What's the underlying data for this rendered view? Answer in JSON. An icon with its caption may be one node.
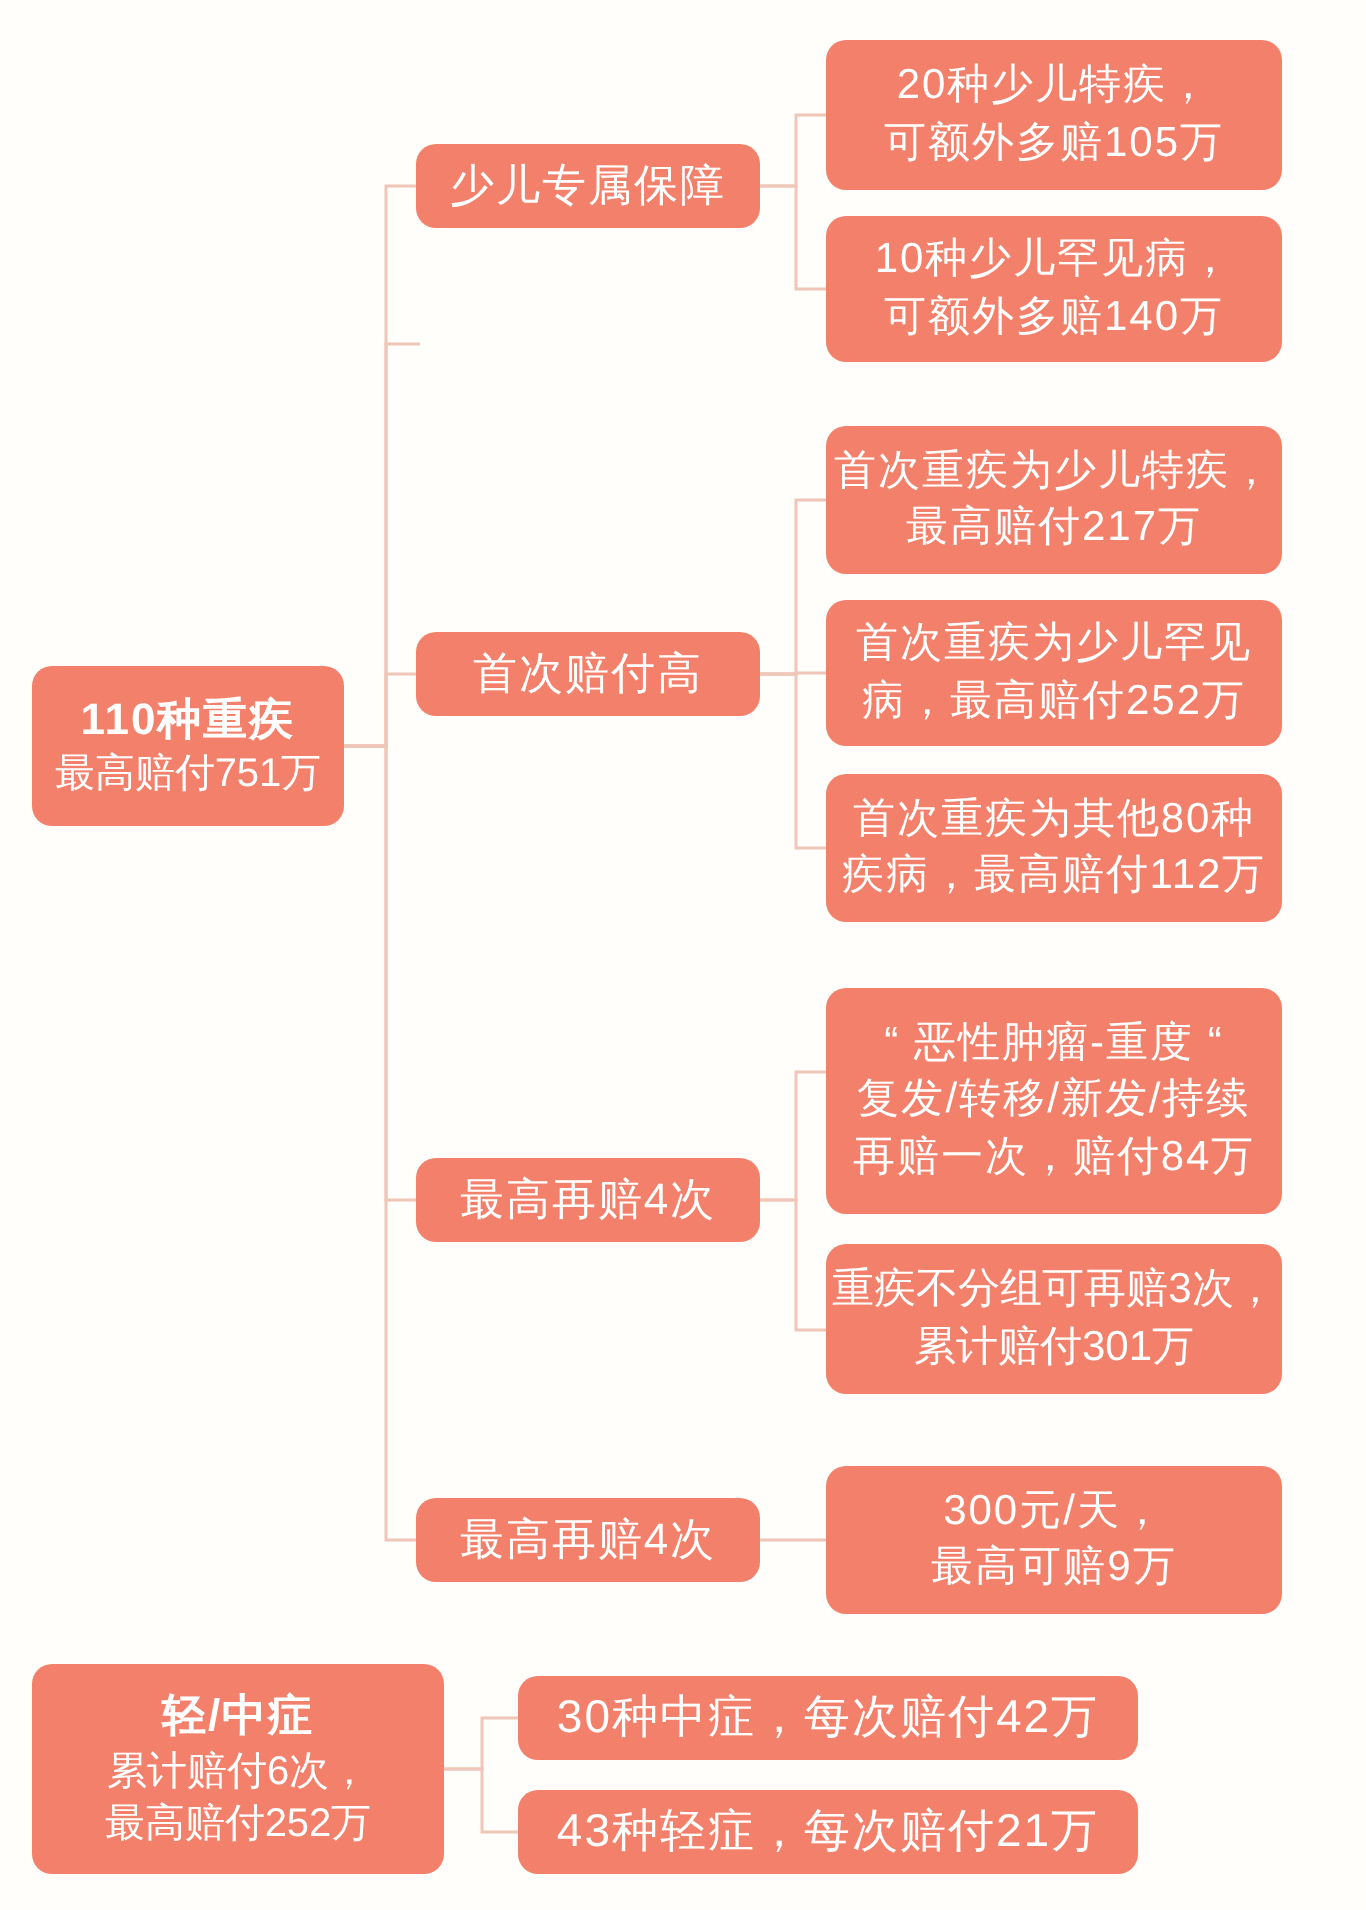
{
  "diagram": {
    "nodes": [
      {
        "text": [
          "110种重疾",
          "最高赔付751万"
        ]
      },
      {
        "text": [
          "少儿专属保障"
        ]
      },
      {
        "text": [
          "20种少儿特疾，可额外多赔105万"
        ]
      },
      {
        "text": [
          "10种少儿罕见病，可额外多赔140万"
        ]
      },
      {
        "text": [
          "首次赔付高"
        ]
      },
      {
        "text": [
          "首次重疾为少儿特疾，最高赔付217万"
        ]
      },
      {
        "text": [
          "首次重疾为少儿罕见病，最高赔付252万"
        ]
      },
      {
        "text": [
          "首次重疾为其他80种疾病，最高赔付112万"
        ]
      },
      {
        "text": [
          "最高再赔4次"
        ]
      },
      {
        "text": [
          "“ 恶性肿瘤-重度 “",
          "复发/转移/新发/持续再赔一次，赔付84万"
        ]
      },
      {
        "text": [
          "重疾不分组可再赔3次，累计赔付301万"
        ]
      },
      {
        "text": [
          "最高再赔4次"
        ]
      },
      {
        "text": [
          "300元/天，最高可赔9万"
        ]
      },
      {
        "text": [
          "轻/中症",
          "累计赔付6次，最高赔付252万"
        ]
      },
      {
        "text": [
          "30种中症，每次赔付42万"
        ]
      },
      {
        "text": [
          "43种轻症，每次赔付21万"
        ]
      }
    ],
    "edges": [
      {
        "from": 0,
        "to": 1,
        "arrow": "none"
      },
      {
        "from": 0,
        "to": null,
        "arrow": "none"
      },
      {
        "from": 0,
        "to": 4,
        "arrow": "none"
      },
      {
        "from": 0,
        "to": 8,
        "arrow": "none"
      },
      {
        "from": 0,
        "to": 11,
        "arrow": "none"
      },
      {
        "from": 1,
        "to": 2,
        "arrow": "none"
      },
      {
        "from": 1,
        "to": 3,
        "arrow": "none"
      },
      {
        "from": 4,
        "to": 5,
        "arrow": "none"
      },
      {
        "from": 4,
        "to": 6,
        "arrow": "none"
      },
      {
        "from": 4,
        "to": 7,
        "arrow": "none"
      },
      {
        "from": 8,
        "to": 9,
        "arrow": "none"
      },
      {
        "from": 8,
        "to": 10,
        "arrow": "none"
      },
      {
        "from": 11,
        "to": 12,
        "arrow": "none"
      },
      {
        "from": 13,
        "to": 14,
        "arrow": "none"
      },
      {
        "from": 13,
        "to": 15,
        "arrow": "none"
      }
    ]
  }
}
